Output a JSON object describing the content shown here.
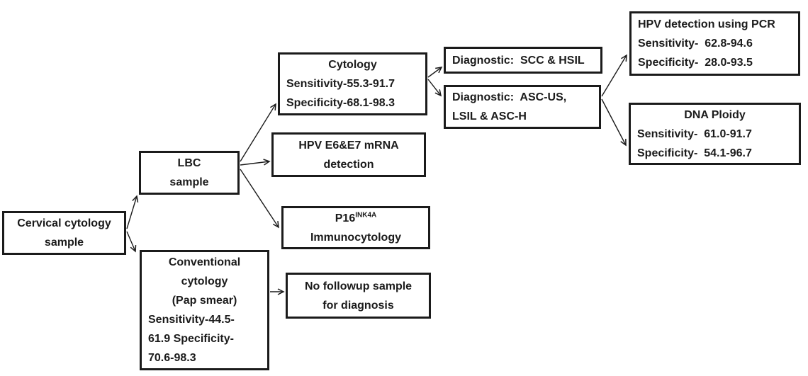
{
  "colors": {
    "ink": "#1b1b1b",
    "background": "#ffffff"
  },
  "nodes": {
    "cervical": {
      "lines": [
        "Cervical cytology",
        "sample"
      ]
    },
    "lbc": {
      "lines": [
        "LBC",
        "sample"
      ]
    },
    "cytology": {
      "lines": [
        "Cytology",
        "Sensitivity-55.3-91.7",
        "Specificity-68.1-98.3"
      ]
    },
    "hpv_mrna": {
      "lines": [
        "HPV E6&E7 mRNA",
        "detection"
      ]
    },
    "p16": {
      "base": "P16",
      "sup": "INK4A",
      "line2": "Immunocytology"
    },
    "diag_scc": {
      "lines": [
        "Diagnostic:  SCC & HSIL"
      ]
    },
    "diag_asc": {
      "lines": [
        "Diagnostic:  ASC-US,",
        "LSIL & ASC-H"
      ]
    },
    "hpv_pcr": {
      "lines": [
        "HPV detection using PCR",
        "Sensitivity-  62.8-94.6",
        "Specificity-  28.0-93.5"
      ]
    },
    "dna_ploidy": {
      "lines": [
        "DNA Ploidy",
        "Sensitivity-  61.0-91.7",
        "Specificity-  54.1-96.7"
      ]
    },
    "conventional": {
      "lines": [
        "Conventional",
        "cytology",
        "(Pap smear)",
        "Sensitivity-44.5-",
        "61.9 Specificity-",
        "70.6-98.3"
      ]
    },
    "no_followup": {
      "lines": [
        "No followup sample",
        "for diagnosis"
      ]
    }
  }
}
